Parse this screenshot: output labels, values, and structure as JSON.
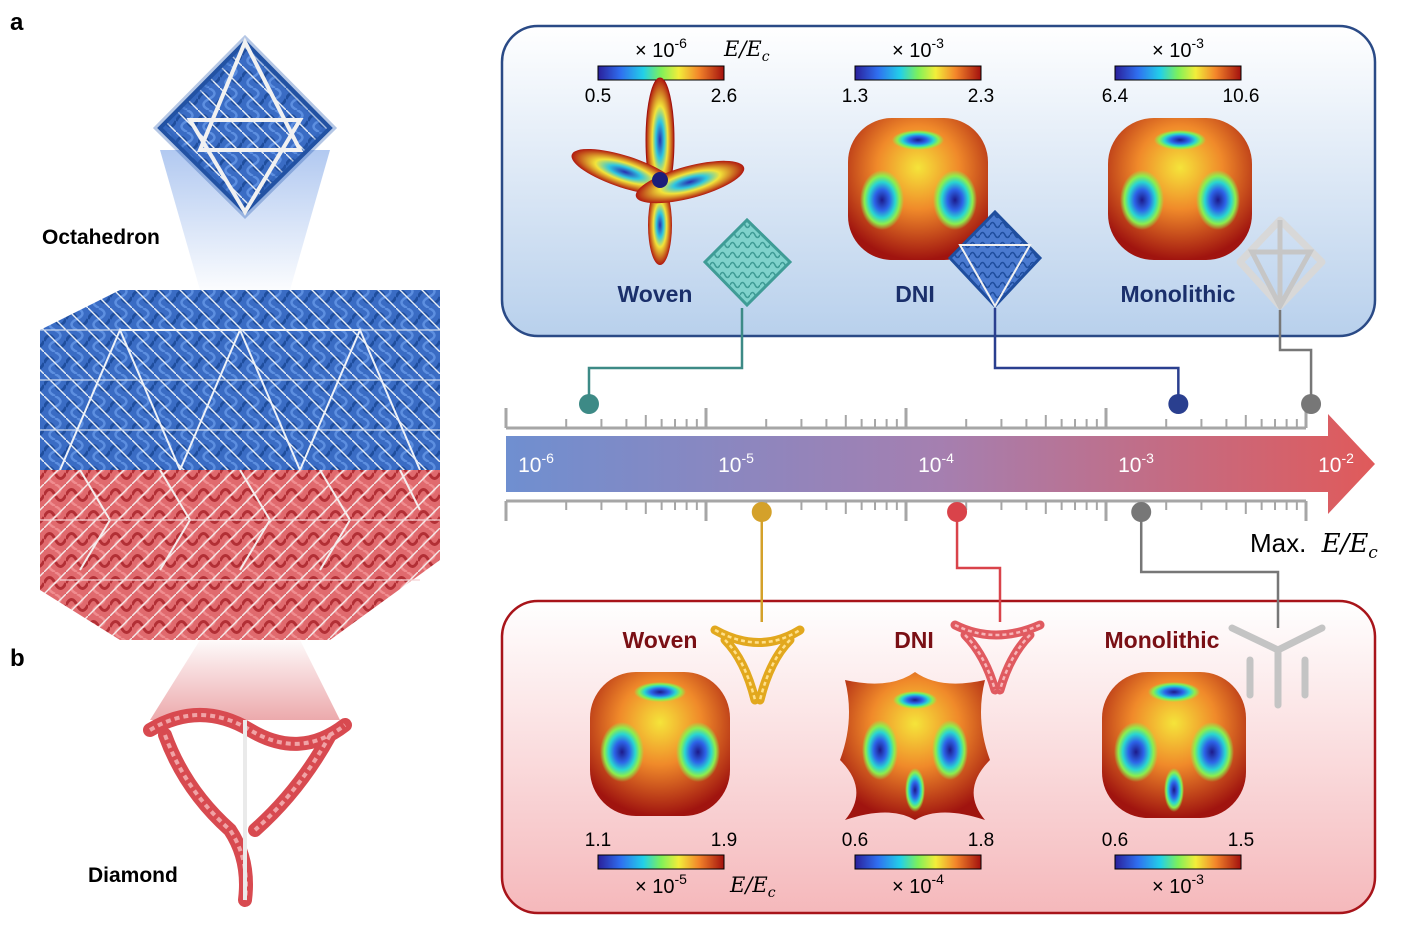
{
  "panel_labels": {
    "a": "a",
    "b": "b"
  },
  "lattice": {
    "top_label": "Octahedron",
    "bottom_label": "Diamond"
  },
  "colors": {
    "octa_blue": "#2f62b6",
    "diamond_red": "#d9434a",
    "navy_text": "#1a2f6b",
    "maroon_text": "#7a0f14",
    "teal": "#3d8a86",
    "gold": "#d4a12a",
    "grey": "#7a7a7a"
  },
  "axis": {
    "label_prefix": "Max.",
    "label_math": "E/E",
    "label_sub": "c",
    "ticks": [
      {
        "base": "10",
        "exp": "-6"
      },
      {
        "base": "10",
        "exp": "-5"
      },
      {
        "base": "10",
        "exp": "-4"
      },
      {
        "base": "10",
        "exp": "-3"
      },
      {
        "base": "10",
        "exp": "-2"
      }
    ]
  },
  "octahedron_panel": {
    "colorbar_symbol": {
      "text": "E/E",
      "sub": "c"
    },
    "items": [
      {
        "name": "Woven",
        "scale_base": "× 10",
        "scale_exp": "-6",
        "min": "0.5",
        "max": "2.6",
        "max_value": 2.6e-06,
        "marker_color": "#3d8a86"
      },
      {
        "name": "DNI",
        "scale_base": "× 10",
        "scale_exp": "-3",
        "min": "1.3",
        "max": "2.3",
        "max_value": 0.0023,
        "marker_color": "#2a3f8f"
      },
      {
        "name": "Monolithic",
        "scale_base": "× 10",
        "scale_exp": "-3",
        "min": "6.4",
        "max": "10.6",
        "max_value": 0.0106,
        "marker_color": "#777777"
      }
    ]
  },
  "diamond_panel": {
    "colorbar_symbol": {
      "text": "E/E",
      "sub": "c"
    },
    "items": [
      {
        "name": "Woven",
        "scale_base": "× 10",
        "scale_exp": "-5",
        "min": "1.1",
        "max": "1.9",
        "max_value": 1.9e-05,
        "marker_color": "#d4a12a"
      },
      {
        "name": "DNI",
        "scale_base": "× 10",
        "scale_exp": "-4",
        "min": "0.6",
        "max": "1.8",
        "max_value": 0.00018,
        "marker_color": "#d9434a"
      },
      {
        "name": "Monolithic",
        "scale_base": "× 10",
        "scale_exp": "-3",
        "min": "0.6",
        "max": "1.5",
        "max_value": 0.0015,
        "marker_color": "#777777"
      }
    ]
  }
}
